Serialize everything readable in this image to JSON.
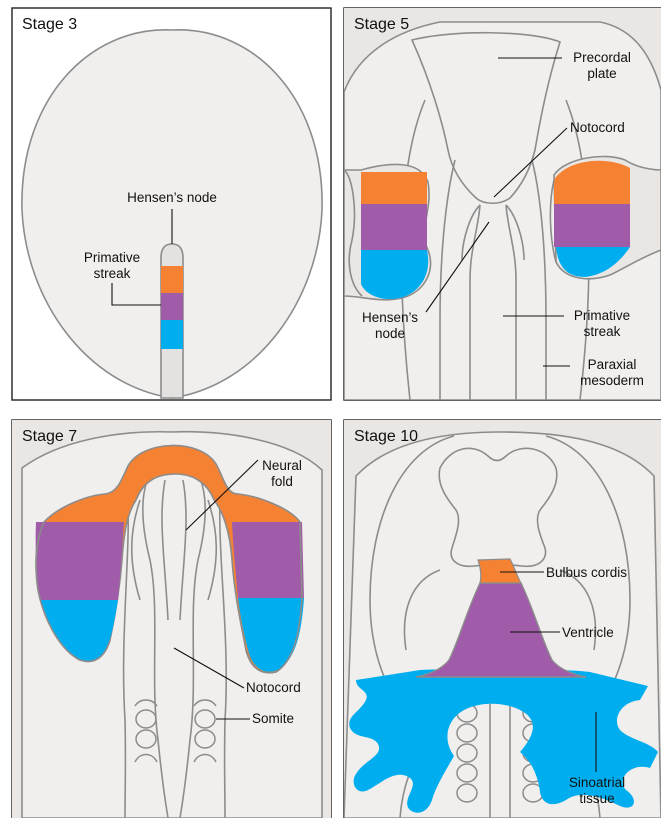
{
  "colors": {
    "orange": "#f58233",
    "purple": "#a05ca8",
    "blue": "#00aeef",
    "embryo_fill": "#f1efed",
    "panel_bg": "#e9e6e3",
    "outline": "#8c8c8c"
  },
  "panels": [
    {
      "title": "Stage 3",
      "labels": {
        "hensens_node": "Hensen’s node",
        "primitive_streak_1": "Primative",
        "primitive_streak_2": "streak"
      }
    },
    {
      "title": "Stage 5",
      "labels": {
        "precordal_1": "Precordal",
        "precordal_2": "plate",
        "notocord": "Notocord",
        "hensens_1": "Hensen’s",
        "hensens_2": "node",
        "primitive_1": "Primative",
        "primitive_2": "streak",
        "paraxial_1": "Paraxial",
        "paraxial_2": "mesoderm"
      }
    },
    {
      "title": "Stage 7",
      "labels": {
        "neural_1": "Neural",
        "neural_2": "fold",
        "notocord": "Notocord",
        "somite": "Somite"
      }
    },
    {
      "title": "Stage 10",
      "labels": {
        "bulbus": "Bulbus cordis",
        "ventricle": "Ventricle",
        "sinoatrial_1": "Sinoatrial",
        "sinoatrial_2": "tissue"
      }
    }
  ]
}
